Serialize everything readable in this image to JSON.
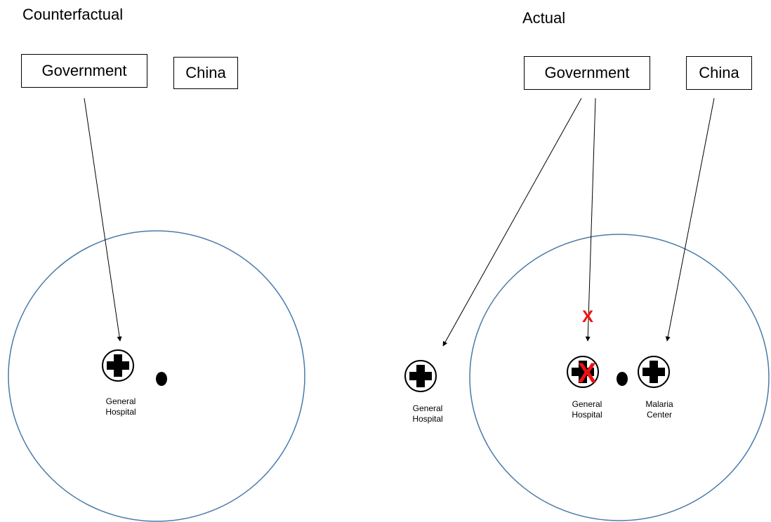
{
  "panels": {
    "counterfactual": {
      "title": "Counterfactual",
      "actors": {
        "government": "Government",
        "china": "China"
      },
      "facility": {
        "label_line1": "General",
        "label_line2": "Hospital"
      }
    },
    "actual": {
      "title": "Actual",
      "actors": {
        "government": "Government",
        "china": "China"
      },
      "outside_facility": {
        "label_line1": "General",
        "label_line2": "Hospital"
      },
      "cancelled_facility": {
        "label_line1": "General",
        "label_line2": "Hospital"
      },
      "china_facility": {
        "label_line1": "Malaria",
        "label_line2": "Center"
      },
      "cancel_mark": "X"
    }
  },
  "colors": {
    "circle": "#4a7aa7",
    "cancel": "#ee1111",
    "ink": "#000000"
  },
  "icons": [
    "hospital-cross-icon"
  ]
}
